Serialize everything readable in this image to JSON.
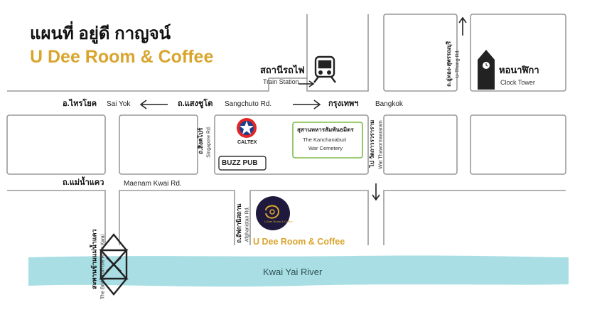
{
  "header": {
    "title_thai": "แผนที่ อยู่ดี กาญจน์",
    "title_en": "U Dee Room & Coffee"
  },
  "colors": {
    "brand_gold": "#D9A52F",
    "road_border": "#9a9a9a",
    "river": "#A9DFE4",
    "cemetery_border": "#7DBB47",
    "caltex_red": "#E32526",
    "caltex_blue": "#1E3F8A",
    "logo_bg": "#1F1A3D"
  },
  "landmarks": {
    "train_station_th": "สถานีรถไฟ",
    "train_station_en": "Train Station",
    "clock_tower_th": "หอนาฬิกา",
    "clock_tower_en": "Clock Tower",
    "caltex": "CALTEX",
    "buzz_pub": "BUZZ PUB",
    "cemetery_th": "สุสานทหารสัมพันธมิตร",
    "cemetery_en_1": "The Kanchanaburi",
    "cemetery_en_2": "War Cemetery",
    "udee_label": "U Dee Room & Coffee",
    "logo_text": "U Dee Room & Coffee",
    "river": "Kwai Yai River",
    "bridge_th": "สะพานข้ามแม่น้ำแคว",
    "bridge_en": "The Bridge on the River Kwai"
  },
  "roads": {
    "sai_yok_th": "อ.ไทรโยค",
    "sai_yok_en": "Sai Yok",
    "saengchuto_th": "ถ.แสงชูโต",
    "saengchuto_en": "Sangchuto Rd.",
    "bangkok_th": "กรุงเทพฯ",
    "bangkok_en": "Bangkok",
    "maenam_kwai_th": "ถ.แม่น้ำแคว",
    "maenam_kwai_en": "Maenam Kwai Rd.",
    "singapore_th": "ถ.สิงคโปร์",
    "singapore_en": "Singapore Rd.",
    "afghanistan_th": "ถ.อัฟกานิสถาน",
    "afghanistan_en": "Afghanistan Rd.",
    "uthong_th": "ถ.อู่ทอง-สุพรรณบุรี",
    "uthong_en": "U-Thong Rd.",
    "thawon_th": "ไป วัดถาวรวราราม",
    "thawon_en": "Wat Thawornwararam"
  }
}
